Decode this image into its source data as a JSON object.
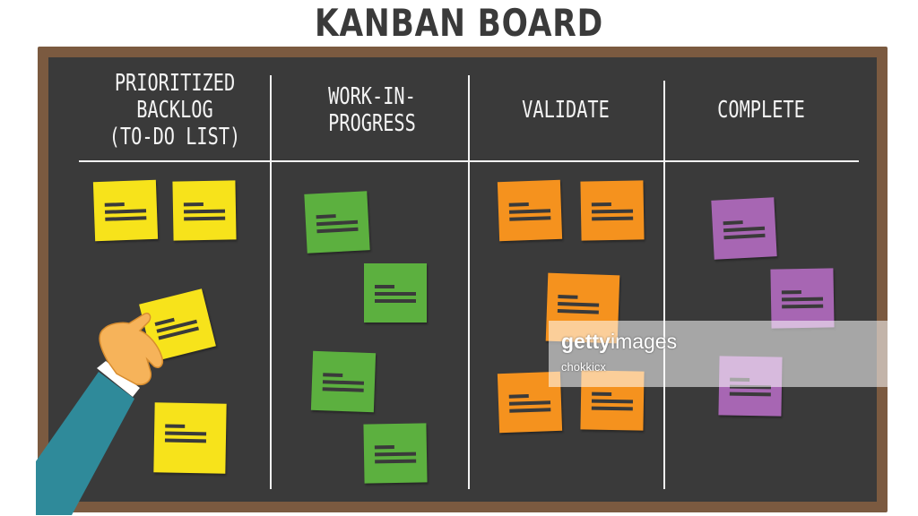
{
  "title": "KANBAN BOARD",
  "columns": [
    {
      "heading": "PRIORITIZED\nBACKLOG\n(TO-DO LIST)",
      "note_color": "#f7e31b",
      "note_count": 4
    },
    {
      "heading": "WORK-IN-\nPROGRESS",
      "note_color": "#5cb03f",
      "note_count": 4
    },
    {
      "heading": "VALIDATE",
      "note_color": "#f5921e",
      "note_count": 5
    },
    {
      "heading": "COMPLETE",
      "note_color": "#a766b3",
      "note_count": 3
    }
  ],
  "colors": {
    "board": "#3a3a3a",
    "frame": "#7b5a40",
    "chalk": "#f2f2f2"
  },
  "watermark": {
    "brand_bold": "getty",
    "brand_light": "images",
    "credit": "chokkicx"
  }
}
